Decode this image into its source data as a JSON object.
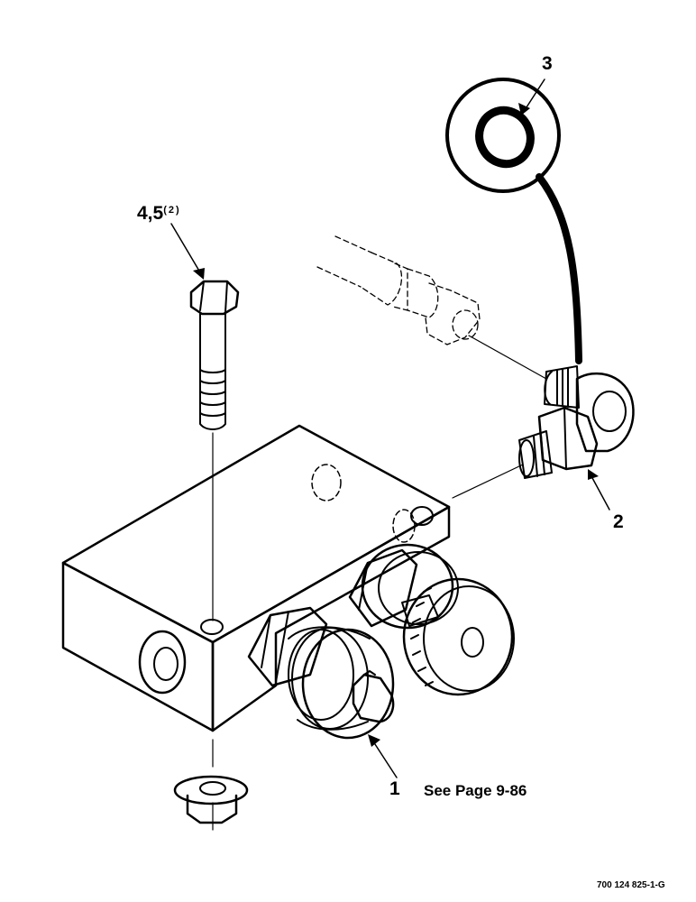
{
  "callouts": {
    "item1": {
      "number": "1",
      "note": "See Page 9-86"
    },
    "item2": {
      "number": "2"
    },
    "item3": {
      "number": "3"
    },
    "item45": {
      "number": "4,5",
      "qty": "(2)"
    }
  },
  "drawing_id": "700 124 825-1-G",
  "colors": {
    "ink": "#000000",
    "paper": "#ffffff"
  }
}
